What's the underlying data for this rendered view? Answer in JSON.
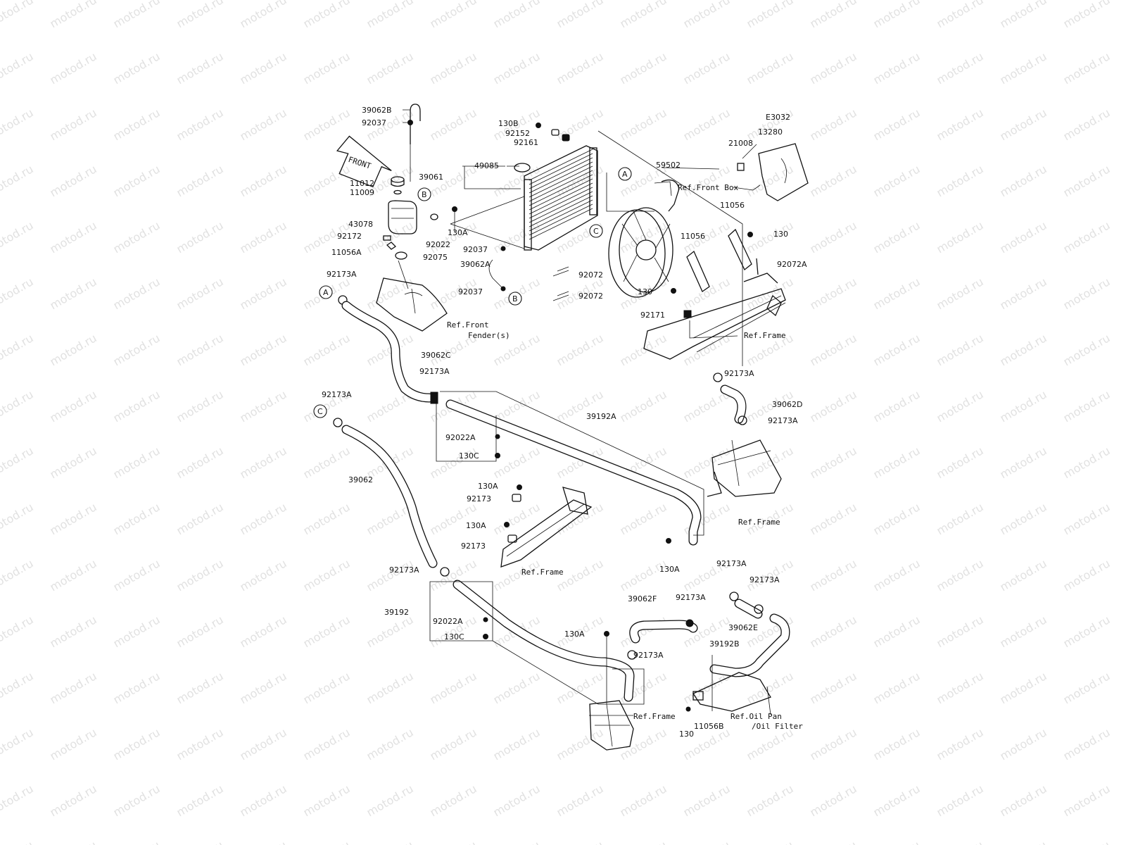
{
  "diagram_code": "E3032",
  "watermark": "motod.ru",
  "front_arrow": "FRONT",
  "circle_markers": [
    "A",
    "B",
    "C"
  ],
  "part_labels": {
    "p39062B": "39062B",
    "p92037_top": "92037",
    "p11012": "11012",
    "p11009": "11009",
    "p43078": "43078",
    "p92172": "92172",
    "p11056A": "11056A",
    "p92022": "92022",
    "p130A_tank": "130A",
    "p92075": "92075",
    "p92173A_a": "92173A",
    "p130B": "130B",
    "p92152": "92152",
    "p92161": "92161",
    "p49085": "49085",
    "p39061": "39061",
    "p92037_mid": "92037",
    "p39062A": "39062A",
    "p92037_low": "92037",
    "p92072_a": "92072",
    "p92072_b": "92072",
    "p59502": "59502",
    "p11056_a": "11056",
    "p11056_b": "11056",
    "p130_a": "130",
    "p130_b": "130",
    "p92072A": "92072A",
    "p92171": "92171",
    "p21008": "21008",
    "p13280": "13280",
    "p39062C": "39062C",
    "p92173A_b": "92173A",
    "p92173A_c": "92173A",
    "p39192A": "39192A",
    "p92173A_d": "92173A",
    "p39062D": "39062D",
    "p92173A_e": "92173A",
    "p92022A_a": "92022A",
    "p130C_a": "130C",
    "p39062": "39062",
    "p130A_a": "130A",
    "p92173_a": "92173",
    "p130A_b": "130A",
    "p92173_b": "92173",
    "p130A_c": "130A",
    "p92173A_f": "92173A",
    "p39192": "39192",
    "p92022A_b": "92022A",
    "p130C_b": "130C",
    "p130A_d": "130A",
    "p39062F": "39062F",
    "p92173A_g": "92173A",
    "p92173A_h": "92173A",
    "p92173A_i": "92173A",
    "p92173A_j": "92173A",
    "p39062E": "39062E",
    "p39192B": "39192B",
    "p130_c": "130",
    "p11056B": "11056B"
  },
  "references": {
    "front_box": "Ref.Front Box",
    "front_fender_1": "Ref.Front",
    "front_fender_2": "Fender(s)",
    "frame_1": "Ref.Frame",
    "frame_2": "Ref.Frame",
    "frame_3": "Ref.Frame",
    "frame_4": "Ref.Frame",
    "oil_1": "Ref.Oil Pan",
    "oil_2": "/Oil Filter"
  }
}
